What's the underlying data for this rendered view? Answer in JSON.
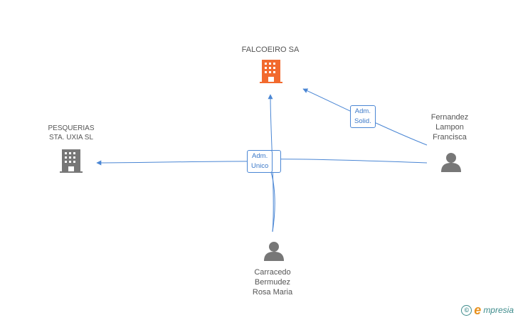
{
  "nodes": {
    "falcoeiro": {
      "label": "FALCOEIRO SA",
      "type": "company",
      "color": "#f26a2e"
    },
    "pesquerias": {
      "label": "PESQUERIAS\nSTA.  UXIA SL",
      "type": "company",
      "color": "#777777"
    },
    "fernandez": {
      "label": "Fernandez\nLampon\nFrancisca",
      "type": "person",
      "color": "#777777"
    },
    "carracedo": {
      "label": "Carracedo\nBermudez\nRosa Maria",
      "type": "person",
      "color": "#777777"
    }
  },
  "edges": {
    "adm_solid": {
      "label": "Adm.\nSolid.",
      "from": "Fernandez Lampon Francisca",
      "to": "FALCOEIRO SA"
    },
    "adm_unico": {
      "label": "Adm.\nUnico",
      "from": "Carracedo Bermudez Rosa Maria",
      "to": "FALCOEIRO SA"
    }
  },
  "colors": {
    "edge": "#4a86d4"
  },
  "brand": {
    "copyright": "©",
    "e": "e",
    "rest": "mpresia"
  }
}
